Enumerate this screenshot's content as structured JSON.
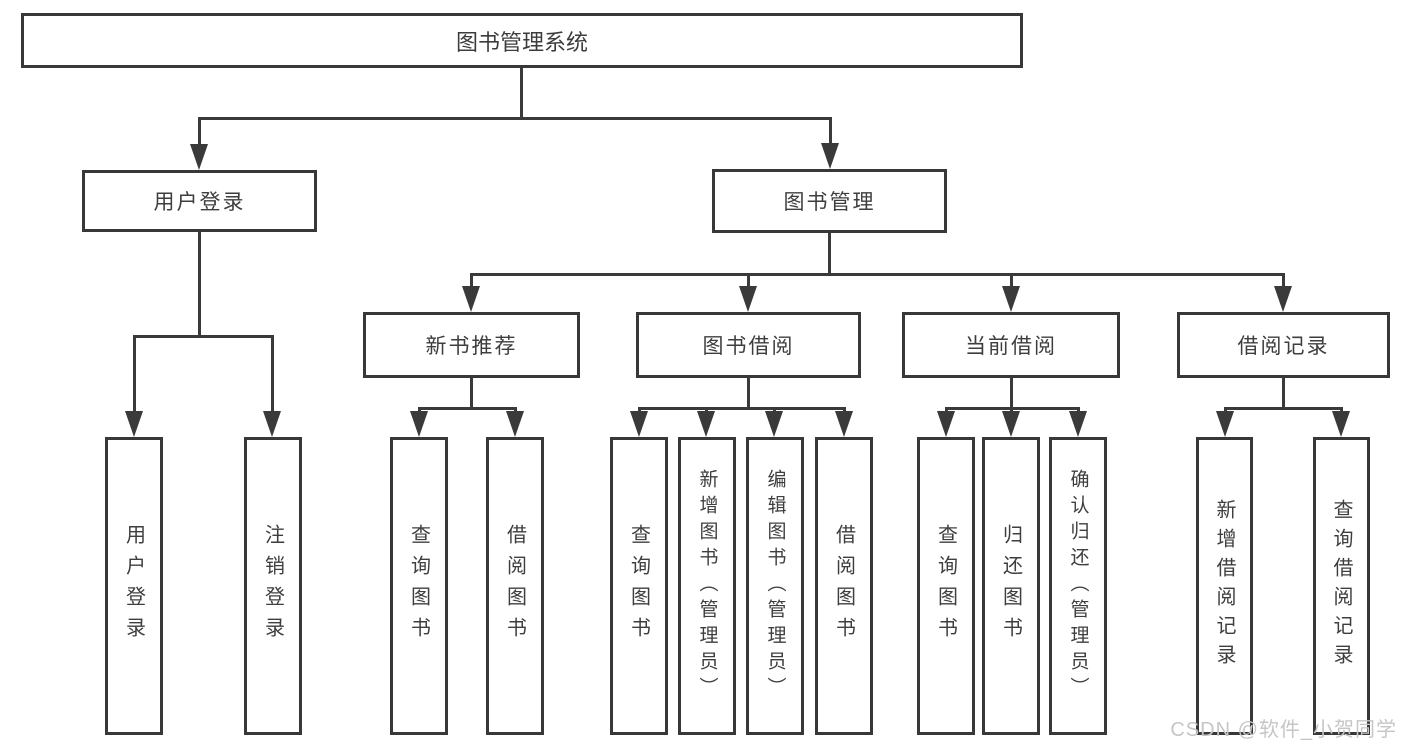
{
  "colors": {
    "line": "#3a3a3a",
    "box_border": "#383838",
    "text": "#3e3e3e",
    "watermark": "#c6c6c6",
    "background": "#ffffff"
  },
  "tree": {
    "root": {
      "label": "图书管理系统",
      "children": [
        {
          "label": "用户登录",
          "children": [
            {
              "label": "用户登录"
            },
            {
              "label": "注销登录"
            }
          ]
        },
        {
          "label": "图书管理",
          "children": [
            {
              "label": "新书推荐",
              "children": [
                {
                  "label": "查询图书"
                },
                {
                  "label": "借阅图书"
                }
              ]
            },
            {
              "label": "图书借阅",
              "children": [
                {
                  "label": "查询图书"
                },
                {
                  "label": "新增图书（管理员）"
                },
                {
                  "label": "编辑图书（管理员）"
                },
                {
                  "label": "借阅图书"
                }
              ]
            },
            {
              "label": "当前借阅",
              "children": [
                {
                  "label": "查询图书"
                },
                {
                  "label": "归还图书"
                },
                {
                  "label": "确认归还（管理员）"
                }
              ]
            },
            {
              "label": "借阅记录",
              "children": [
                {
                  "label": "新增借阅记录"
                },
                {
                  "label": "查询借阅记录"
                }
              ]
            }
          ]
        }
      ]
    }
  },
  "watermark": {
    "text": "CSDN @软件_小贺同学"
  }
}
